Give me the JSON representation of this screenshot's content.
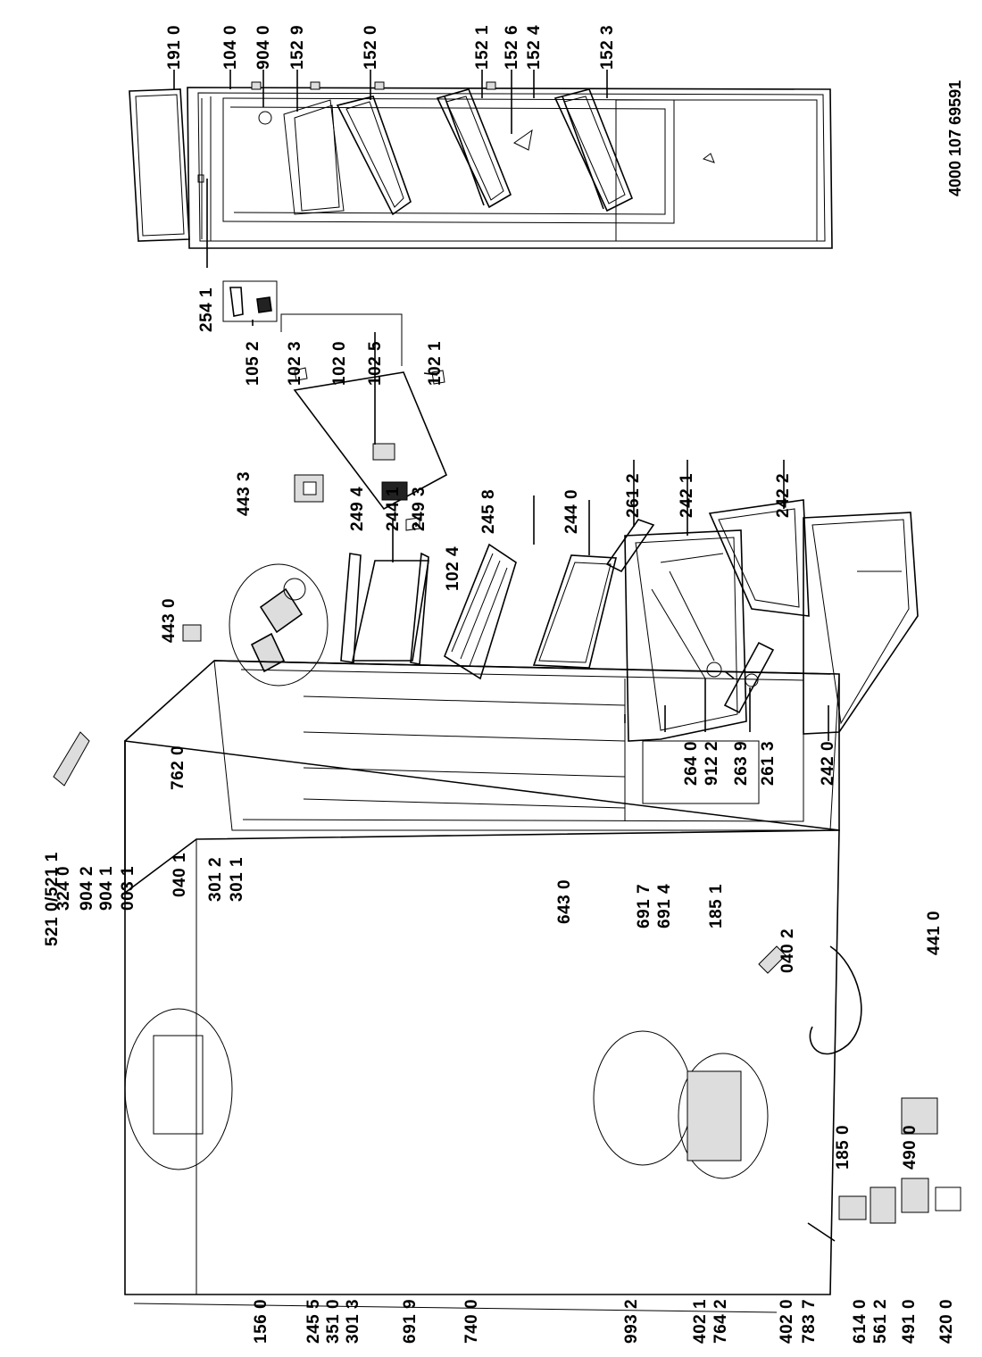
{
  "document_number": "4000 107 69591",
  "callouts": [
    "191 0",
    "104 0",
    "904 0",
    "152 9",
    "152 0",
    "152 1",
    "152 6",
    "152 4",
    "152 3",
    "254 1",
    "105 2",
    "102 3",
    "102 0",
    "102 5",
    "102 1",
    "102 4",
    "261 2",
    "242 1",
    "242 2",
    "264 0",
    "912 2",
    "263 9",
    "261 3",
    "242 0",
    "443 0",
    "443 3",
    "249 4",
    "244 1",
    "249 3",
    "762 0",
    "245 8",
    "244 0",
    "324 0",
    "904 2",
    "904 1",
    "003 1",
    "040 1",
    "301 2",
    "301 1",
    "643 0",
    "691 7",
    "691 4",
    "185 1",
    "040 2",
    "441 0",
    "490 0",
    "521 0/521 1",
    "156 0",
    "245 5",
    "351 0",
    "301 3",
    "691 9",
    "740 0",
    "993 2",
    "402 1",
    "764 2",
    "402 0",
    "185 0",
    "783 7",
    "614 0",
    "561 2",
    "491 0",
    "420 0"
  ]
}
